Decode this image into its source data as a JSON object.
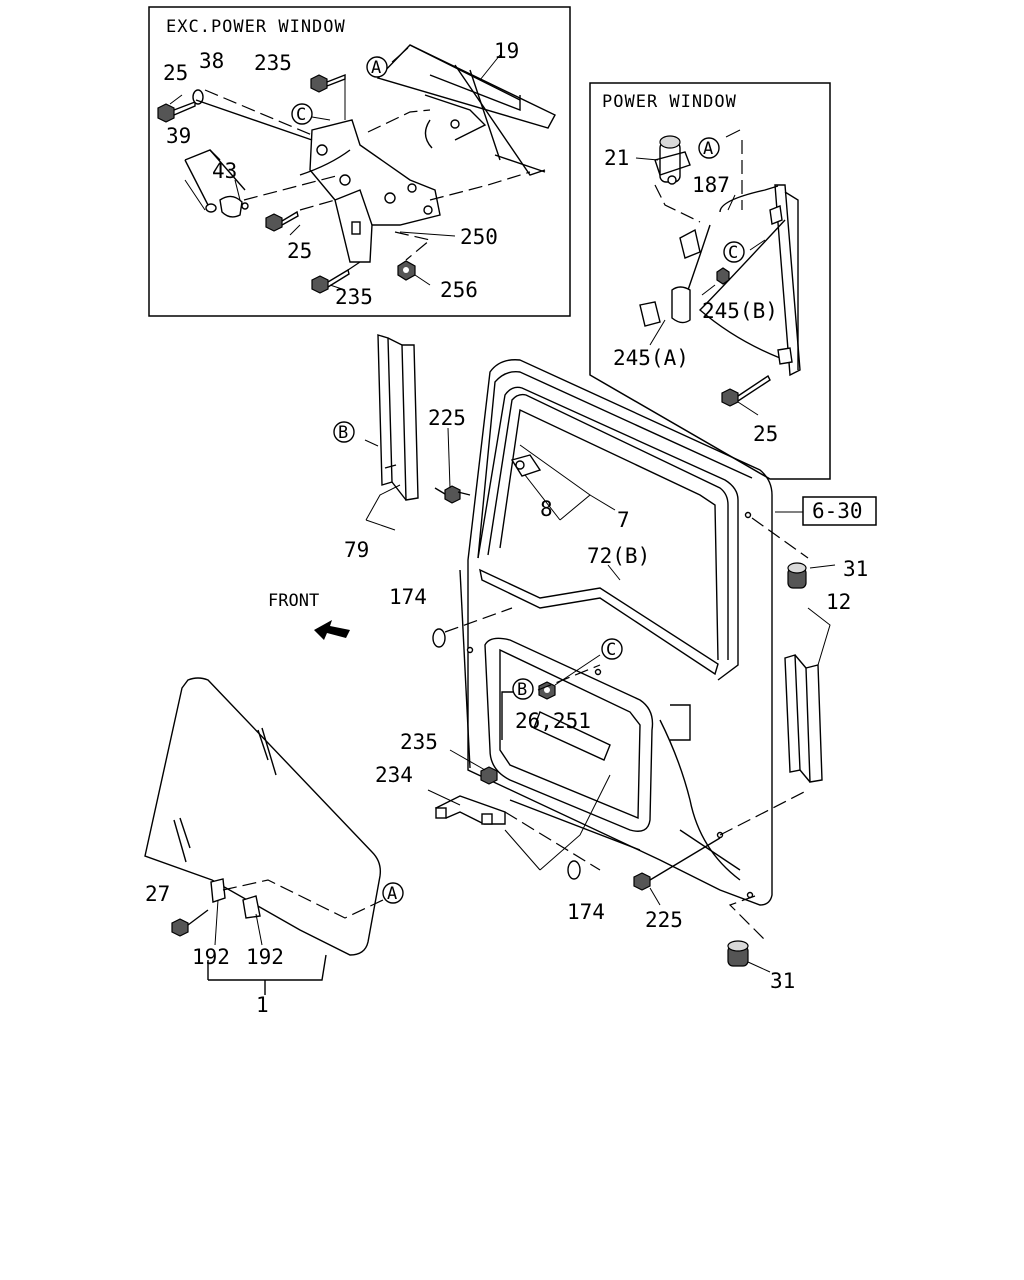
{
  "insets": {
    "exc_power_window": {
      "title": "EXC.POWER WINDOW",
      "callouts": [
        "25",
        "38",
        "235",
        "19",
        "39",
        "43",
        "25",
        "250",
        "235",
        "256"
      ],
      "refs": [
        "A",
        "C"
      ]
    },
    "power_window": {
      "title": "POWER WINDOW",
      "callouts": [
        "21",
        "187",
        "245(B)",
        "245(A)",
        "25"
      ],
      "refs": [
        "A",
        "C"
      ]
    }
  },
  "main": {
    "callouts": [
      "225",
      "79",
      "8",
      "7",
      "72(B)",
      "174",
      "31",
      "12",
      "26,251",
      "235",
      "234",
      "174",
      "225",
      "27",
      "192",
      "192",
      "1",
      "31"
    ],
    "refs": [
      "B",
      "B",
      "C",
      "A"
    ],
    "front_label": "FRONT",
    "page_ref": "6-30"
  }
}
